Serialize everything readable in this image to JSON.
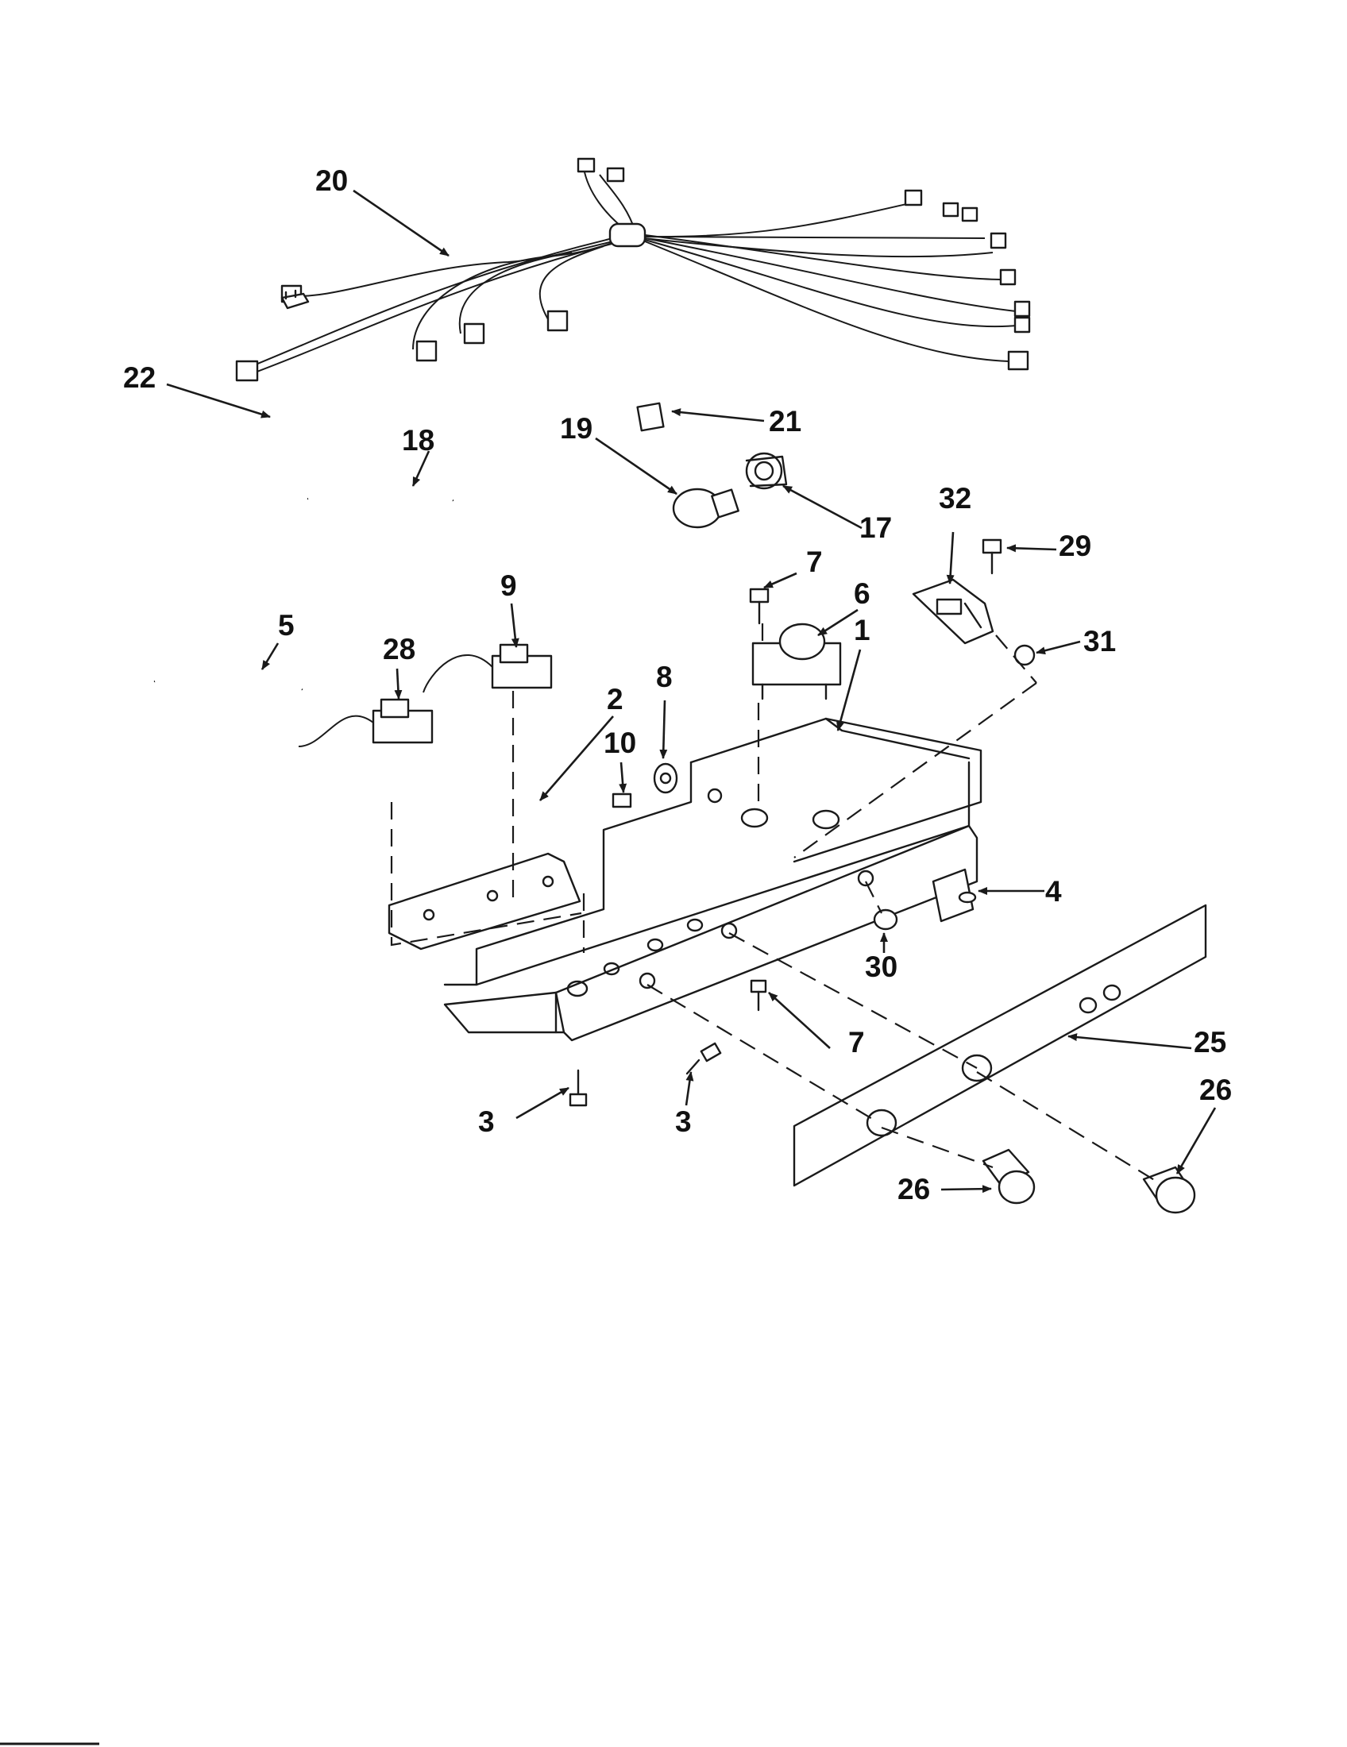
{
  "diagram": {
    "callouts": {
      "c20": "20",
      "c22": "22",
      "c18": "18",
      "c21": "21",
      "c19": "19",
      "c17": "17",
      "c32": "32",
      "c29": "29",
      "c7a": "7",
      "c6": "6",
      "c9": "9",
      "c5": "5",
      "c28": "28",
      "c31": "31",
      "c1": "1",
      "c8": "8",
      "c2": "2",
      "c10": "10",
      "c4": "4",
      "c30": "30",
      "c7b": "7",
      "c25": "25",
      "c26a": "26",
      "c26b": "26",
      "c3a": "3",
      "c3b": "3"
    }
  }
}
